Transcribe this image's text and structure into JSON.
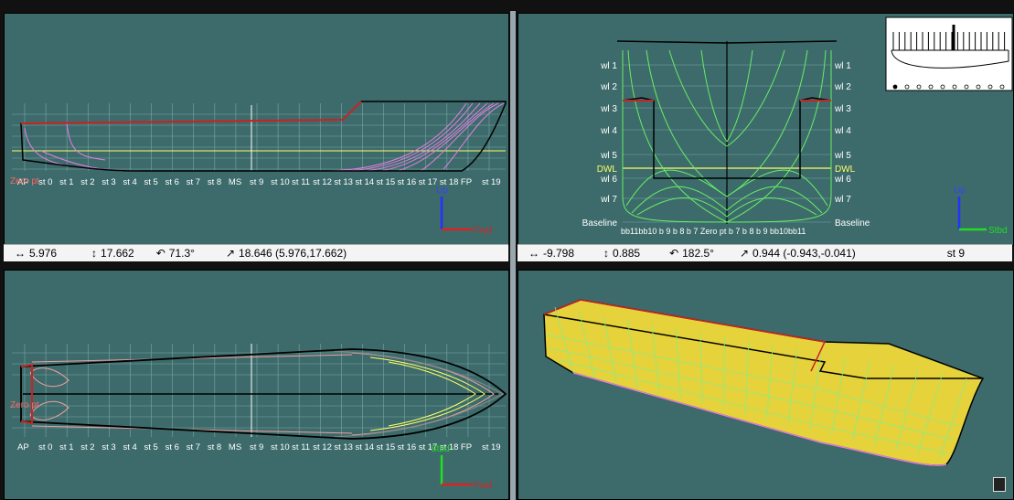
{
  "profile_view": {
    "station_labels": [
      "AP",
      "st 0",
      "st 1",
      "st 2",
      "st 3",
      "st 4",
      "st 5",
      "st 6",
      "st 7",
      "st 8",
      "MS",
      "st 9",
      "st 10",
      "st 11",
      "st 12",
      "st 13",
      "st 14",
      "st 15",
      "st 16",
      "st 17",
      "st 18",
      "FP",
      "st 19"
    ],
    "zero_pt_label": "Zero pt",
    "axis_up": "Up",
    "axis_fwd": "Fwd"
  },
  "body_view": {
    "waterlines_left": [
      "wl 1",
      "wl 2",
      "wl 3",
      "wl 4",
      "wl 5",
      "DWL",
      "wl 6",
      "wl 7",
      "Baseline"
    ],
    "waterlines_right": [
      "wl 1",
      "wl 2",
      "wl 3",
      "wl 4",
      "wl 5",
      "DWL",
      "wl 6",
      "wl 7",
      "Baseline"
    ],
    "buttock_labels": "bb11bb10 b 9 b 8 b 7 Zero pt b 7 b 8 b 9 bb10bb11",
    "zero_pt_label": "Zero pt",
    "axis_up": "Up",
    "axis_stbd": "Stbd"
  },
  "plan_view": {
    "station_labels": [
      "AP",
      "st 0",
      "st 1",
      "st 2",
      "st 3",
      "st 4",
      "st 5",
      "st 6",
      "st 7",
      "st 8",
      "MS",
      "st 9",
      "st 10",
      "st 11",
      "st 12",
      "st 13",
      "st 14",
      "st 15",
      "st 16",
      "st 17",
      "st 18",
      "FP",
      "st 19"
    ],
    "zero_pt_label": "Zero pt",
    "axis_stbd": "Stbd",
    "axis_fwd": "Fwd"
  },
  "status_left": {
    "dx": "5.976",
    "dy": "17.662",
    "angle": "71.3°",
    "dist": "18.646 (5.976,17.662)"
  },
  "status_right": {
    "dx": "-9.798",
    "dy": "0.885",
    "angle": "182.5°",
    "dist": "0.944 (-0.943,-0.041)",
    "station": "st 9"
  },
  "colors": {
    "background": "#3d6b6b",
    "hull_outline": "#000000",
    "sheer": "#cc2222",
    "stations": "#e080e0",
    "waterlines": "#ffff66",
    "grid": "#7aa6a6",
    "body_lines": "#66ee66"
  }
}
